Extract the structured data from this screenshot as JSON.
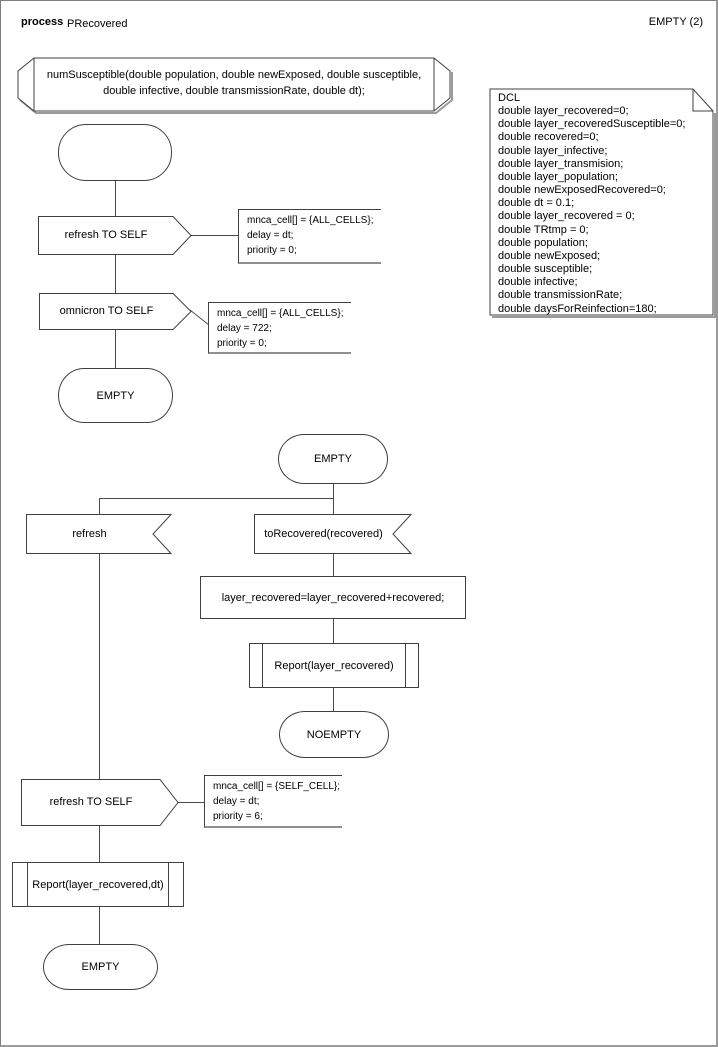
{
  "header": {
    "kind": "process",
    "name": "PRecovered",
    "page": "EMPTY (2)"
  },
  "procedure_banner": {
    "lines": [
      "numSusceptible(double population, double newExposed, double susceptible,",
      "double infective, double transmissionRate, double dt);"
    ]
  },
  "dcl_note": {
    "lines": [
      "DCL",
      "double layer_recovered=0;",
      "double layer_recoveredSusceptible=0;",
      "double recovered=0;",
      "double layer_infective;",
      "double layer_transmision;",
      "double layer_population;",
      "double newExposedRecovered=0;",
      "double dt = 0.1;",
      "double layer_recovered = 0;",
      "double TRtmp = 0;",
      "double population;",
      "double newExposed;",
      "double susceptible;",
      "double infective;",
      "double transmissionRate;",
      "double daysForReinfection=180;"
    ]
  },
  "start_flow": {
    "send_refresh_label": "refresh TO SELF",
    "send_refresh_params": [
      "mnca_cell[] = {ALL_CELLS};",
      "delay = dt;",
      "priority = 0;"
    ],
    "send_omnicron_label": "omnicron TO SELF",
    "send_omnicron_params": [
      "mnca_cell[] = {ALL_CELLS};",
      "delay = 722;",
      "priority = 0;"
    ],
    "next_state": "EMPTY"
  },
  "empty_flow": {
    "state": "EMPTY",
    "input_refresh_label": "refresh",
    "input_torecovered_label": "toRecovered(recovered)",
    "task_text": "layer_recovered=layer_recovered+recovered;",
    "call_report_label": "Report(layer_recovered)",
    "noempty_state": "NOEMPTY",
    "send_refresh_label": "refresh TO SELF",
    "send_refresh_params": [
      "mnca_cell[] = {SELF_CELL};",
      "delay = dt;",
      "priority = 6;"
    ],
    "call_report_dt_label": "Report(layer_recovered,dt)",
    "end_state": "EMPTY"
  },
  "colors": {
    "background": "#ffffff",
    "shape_border": "#404040",
    "connector": "#4a4a4a",
    "shadow": "#9a9a9a"
  }
}
